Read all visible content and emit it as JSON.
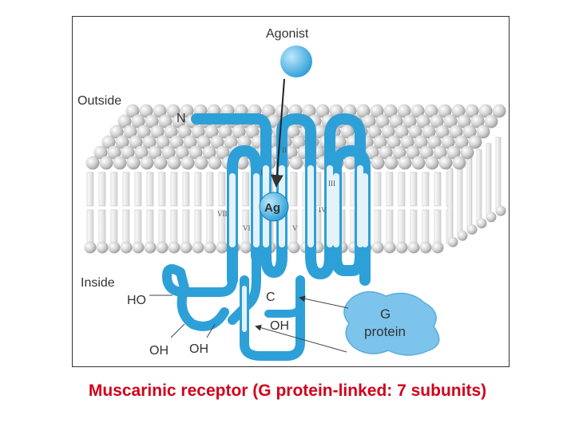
{
  "labels": {
    "agonist": "Agonist",
    "outside": "Outside",
    "inside": "Inside",
    "n_terminus": "N",
    "c_terminus": "C",
    "ligand": "Ag",
    "ho": "HO",
    "oh_1": "OH",
    "oh_2": "OH",
    "oh_3": "OH",
    "g_protein_line1": "G",
    "g_protein_line2": "protein"
  },
  "segments": [
    "I",
    "II",
    "III",
    "IV",
    "V",
    "VI",
    "VII"
  ],
  "caption": "Muscarinic receptor (G protein-linked: 7 subunits)",
  "colors": {
    "receptor": "#2ea0d8",
    "receptor_light": "#dff0fa",
    "agonist": "#3fb0e6",
    "lipid_head": "#cfcfcf",
    "caption": "#d0021b"
  }
}
